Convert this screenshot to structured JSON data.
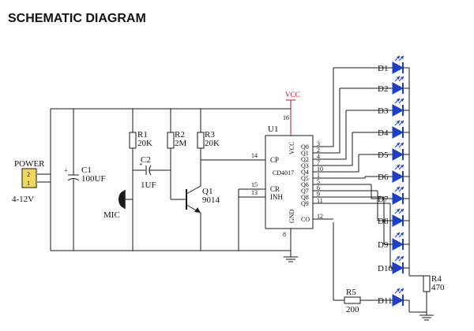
{
  "title": "SCHEMATIC DIAGRAM",
  "colors": {
    "wire": "#1a1a1a",
    "power_rail": "#c8102e",
    "led_blue": "#1f3fc8",
    "text": "#111111"
  },
  "power": {
    "label": "POWER",
    "pin2": "2",
    "pin1": "1",
    "voltage": "4-12V"
  },
  "vcc_label": "VCC",
  "c1": {
    "ref": "C1",
    "value": "100UF",
    "polarity": "+"
  },
  "c2": {
    "ref": "C2",
    "value": "1UF",
    "polarity": "+"
  },
  "r1": {
    "ref": "R1",
    "value": "20K"
  },
  "r2": {
    "ref": "R2",
    "value": "2M"
  },
  "r3": {
    "ref": "R3",
    "value": "20K"
  },
  "r4": {
    "ref": "R4",
    "value": "470"
  },
  "r5": {
    "ref": "R5",
    "value": "200"
  },
  "q1": {
    "ref": "Q1",
    "part": "9014"
  },
  "mic": {
    "label": "MIC"
  },
  "u1": {
    "ref": "U1",
    "part": "CD4017",
    "pin_vcc": "16",
    "pin_gnd": "8",
    "pin_cp": "14",
    "pin_cr": "15",
    "pin_inh": "13",
    "label_vcc": "VCC",
    "label_cp": "CP",
    "label_cr": "CR",
    "label_inh": "INH",
    "label_gnd": "GND",
    "outputs": [
      {
        "name": "Q0",
        "pin": "3"
      },
      {
        "name": "Q1",
        "pin": "2"
      },
      {
        "name": "Q2",
        "pin": "4"
      },
      {
        "name": "Q3",
        "pin": "7"
      },
      {
        "name": "Q4",
        "pin": "10"
      },
      {
        "name": "Q5",
        "pin": "1"
      },
      {
        "name": "Q6",
        "pin": "5"
      },
      {
        "name": "Q7",
        "pin": "6"
      },
      {
        "name": "Q8",
        "pin": "9"
      },
      {
        "name": "Q9",
        "pin": "11"
      },
      {
        "name": "CO",
        "pin": "12"
      }
    ]
  },
  "leds": [
    "D1",
    "D2",
    "D3",
    "D4",
    "D5",
    "D6",
    "D7",
    "D8",
    "D9",
    "D10",
    "D11"
  ]
}
